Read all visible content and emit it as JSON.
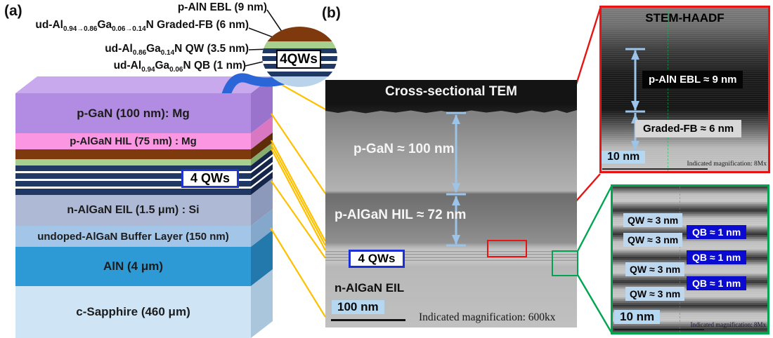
{
  "colors": {
    "connector_yellow": "#FFC000",
    "inset_red": "#E81414",
    "inset_green": "#00A550",
    "measure_blue": "#9CC3E8",
    "arrow_blue": "#2B66D9",
    "scalebar_bg": "#B5D7F0",
    "qw_chip_bg": "#BDD7EE",
    "qb_chip_bg": "#0A0AD0"
  },
  "panel_a": {
    "tag": "(a)",
    "callouts": [
      "p-AlN EBL (9 nm)",
      "ud-Al~0.94→0.86~Ga~0.06→0.14~N Graded-FB (6 nm)",
      "ud-Al~0.86~Ga~0.14~N QW (3.5 nm)",
      "ud-Al~0.94~Ga~0.06~N QB (1 nm)"
    ],
    "circle_inset": {
      "label": "4QWs",
      "base_color": "#B9D4EA"
    },
    "stack": {
      "qws_box": "4 QWs",
      "layers": [
        {
          "name": "p-GaN",
          "label": "p-GaN (100 nm): Mg",
          "front": "#B28BE2",
          "side": "#9A74CC",
          "top": "#C9A9EE"
        },
        {
          "name": "p-AlGaN-HIL",
          "label": "p-AlGaN HIL (75 nm) : Mg",
          "front": "#FB97E2",
          "side": "#D977C2"
        },
        {
          "name": "p-AlN-EBL",
          "label": "",
          "front": "#7E3A0D",
          "side": "#5F2C0A"
        },
        {
          "name": "graded-FB",
          "label": "",
          "front": "#A7CF8E",
          "side": "#86AD6E"
        },
        {
          "name": "MQW",
          "label": "",
          "front": "#1F3864",
          "side": "#16264A"
        },
        {
          "name": "n-AlGaN-EIL",
          "label": "n-AlGaN EIL (1.5 μm) : Si",
          "front": "#AEB9D6",
          "side": "#8D99BA"
        },
        {
          "name": "buffer",
          "label": "undoped-AlGaN Buffer Layer (150 nm)",
          "front": "#A3C6E8",
          "side": "#83A8CC"
        },
        {
          "name": "AlN",
          "label": "AlN (4 μm)",
          "front": "#2D9AD6",
          "side": "#2379AB"
        },
        {
          "name": "sapphire",
          "label": "c-Sapphire (460 μm)",
          "front": "#CFE5F5",
          "side": "#AAC6DD"
        }
      ]
    }
  },
  "panel_b": {
    "tag": "(b)",
    "tem": {
      "title": "Cross-sectional TEM",
      "pgan_label": "p-GaN ≈ 100 nm",
      "hil_label": "p-AlGaN HIL ≈ 72 nm",
      "qws_box": "4 QWs",
      "eil_label": "n-AlGaN EIL",
      "scalebar": "100 nm",
      "magnification": "Indicated magnification: 600kx"
    },
    "haadf_inset": {
      "title": "STEM-HAADF",
      "ebl_label": "p-AlN EBL ≈ 9 nm",
      "fb_label": "Graded-FB ≈ 6 nm",
      "scalebar": "10 nm",
      "magnification": "Indicated magnification: 8Mx"
    },
    "mqw_inset": {
      "qw_labels": [
        "QW ≈ 3 nm",
        "QW ≈ 3 nm",
        "QW ≈ 3 nm",
        "QW ≈ 3 nm"
      ],
      "qb_labels": [
        "QB ≈ 1 nm",
        "QB ≈ 1 nm",
        "QB ≈ 1 nm"
      ],
      "scalebar": "10 nm",
      "magnification": "Indicated magnification: 8Mx"
    }
  }
}
